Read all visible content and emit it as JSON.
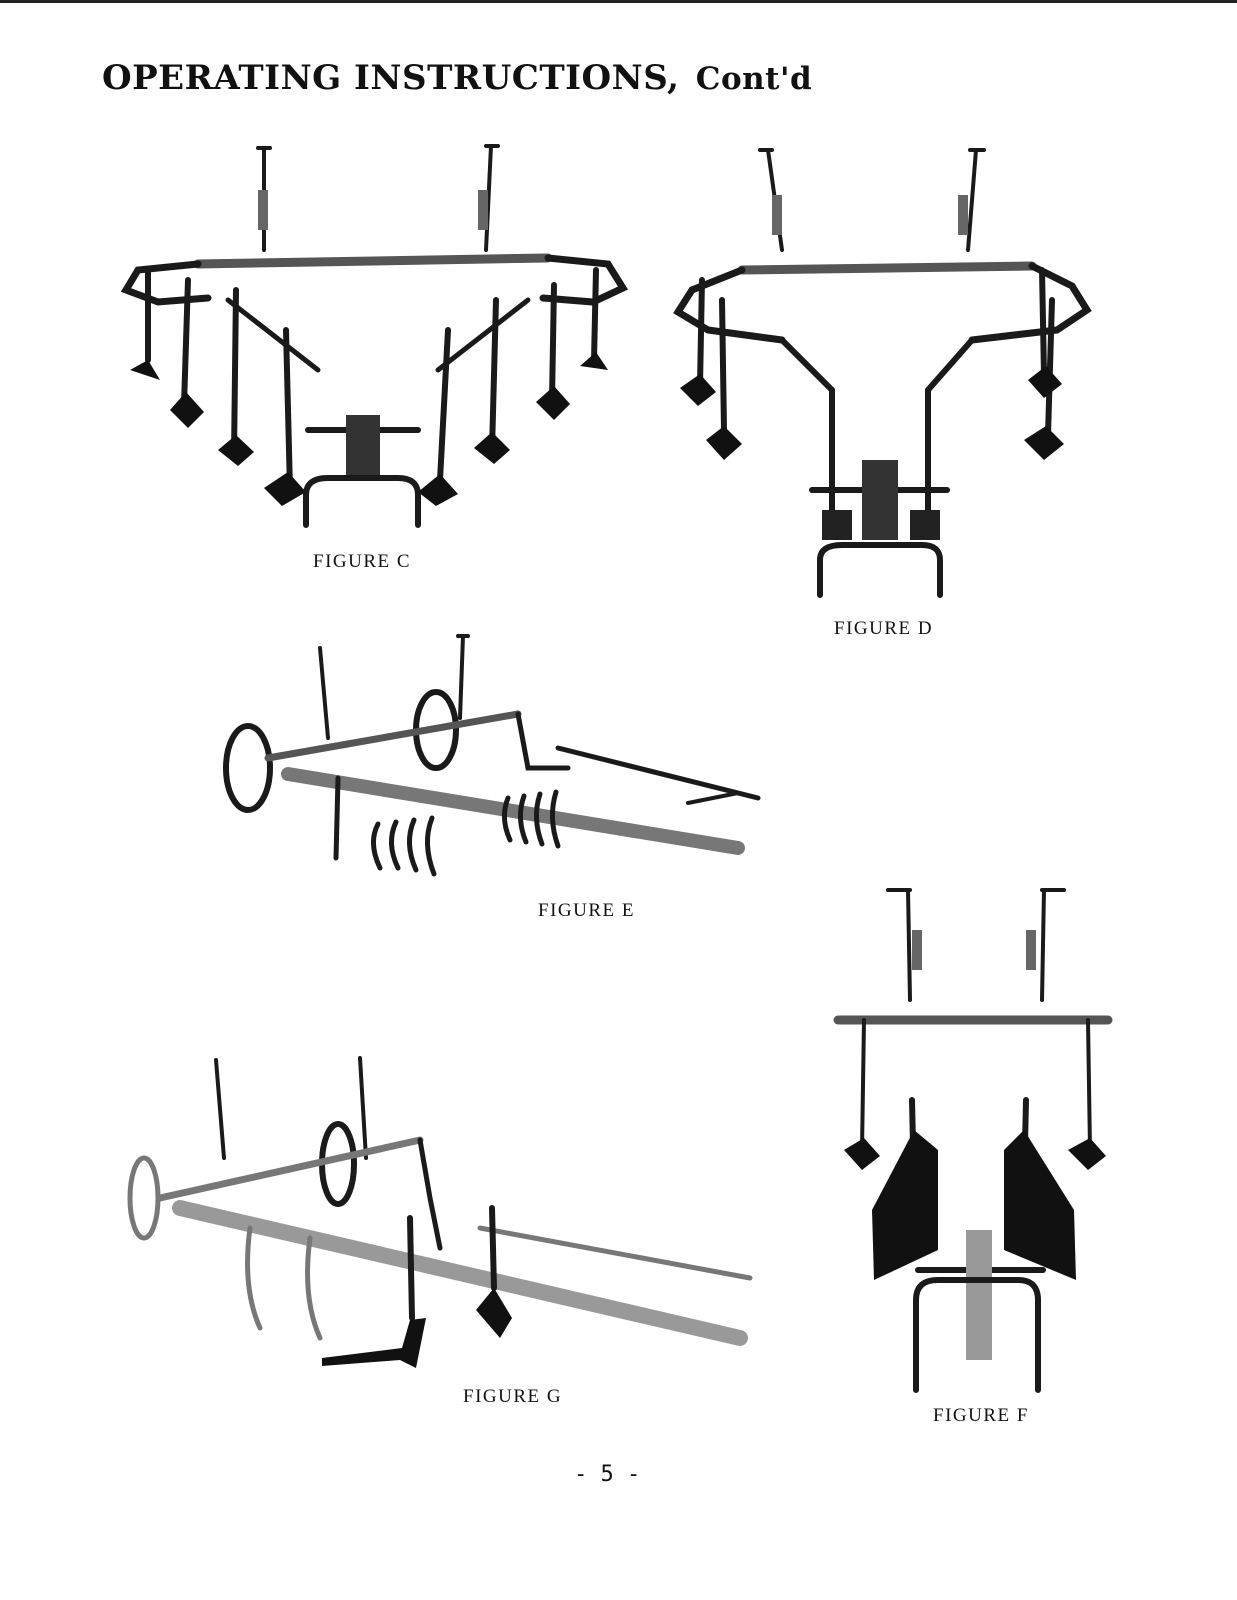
{
  "page": {
    "title": "OPERATING INSTRUCTIONS,",
    "title_suffix": "Cont'd",
    "page_number": "- 5 -"
  },
  "figures": [
    {
      "id": "C",
      "caption": "FIGURE C"
    },
    {
      "id": "D",
      "caption": "FIGURE D"
    },
    {
      "id": "E",
      "caption": "FIGURE E"
    },
    {
      "id": "G",
      "caption": "FIGURE G"
    },
    {
      "id": "F",
      "caption": "FIGURE F"
    }
  ]
}
